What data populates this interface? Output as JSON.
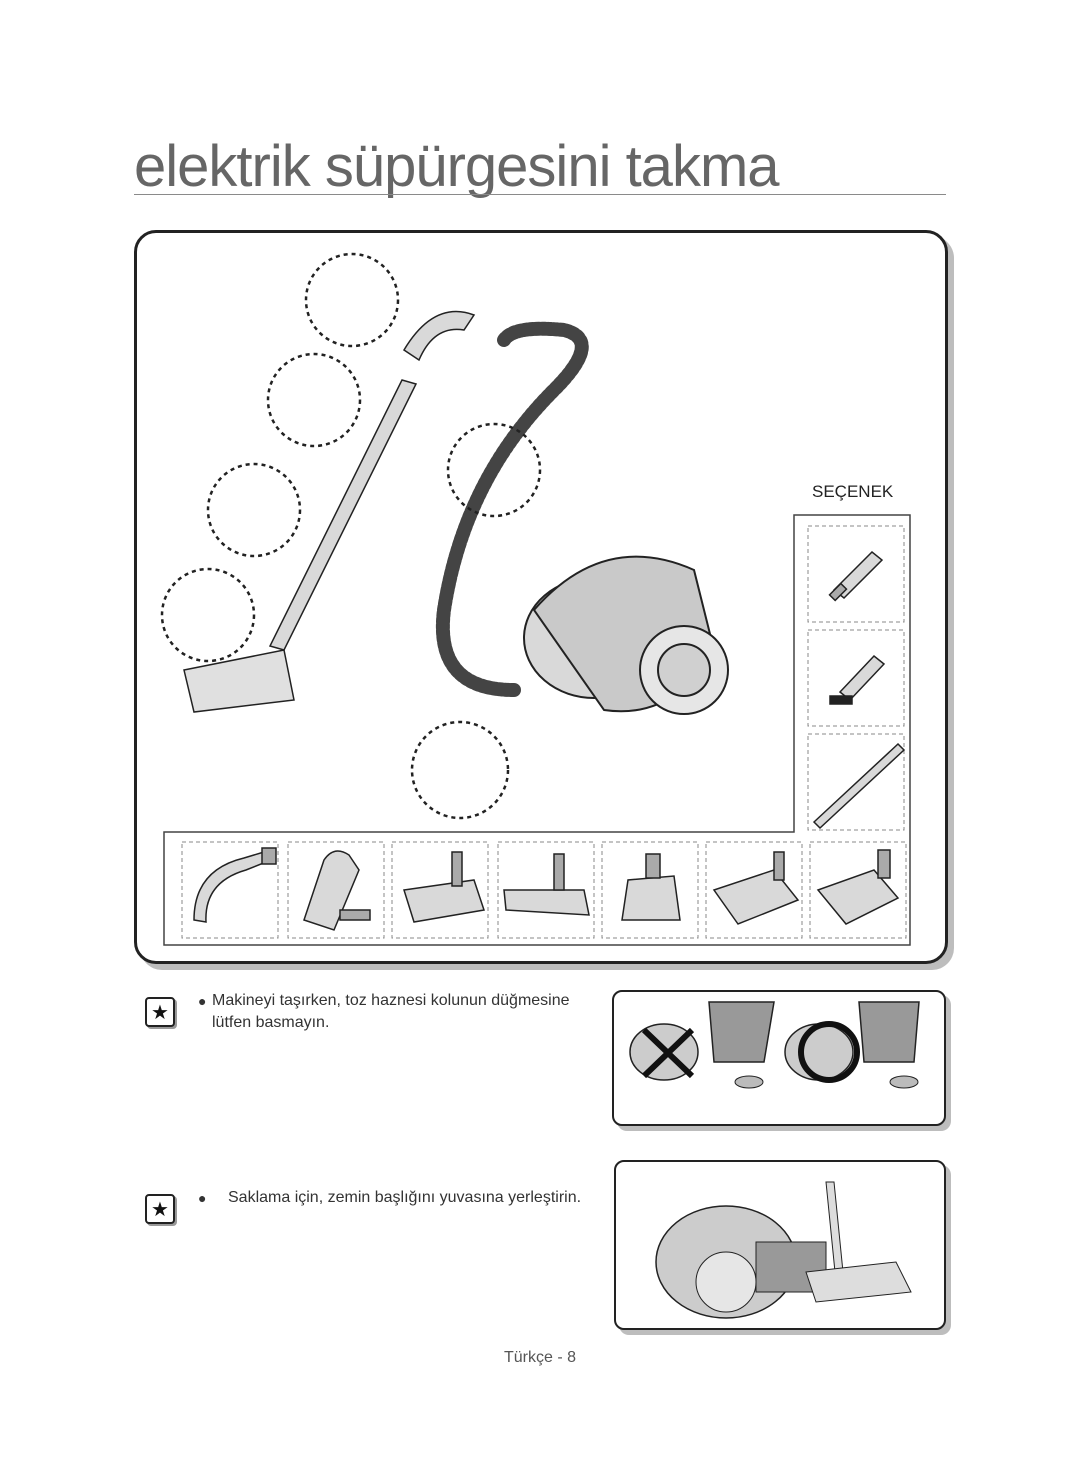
{
  "page": {
    "title": "elektrik süpürgesini takma",
    "footer": "Türkçe - 8"
  },
  "illustration": {
    "option_label": "SEÇENEK",
    "accessories_icon": "accessory-set-icons"
  },
  "notes": [
    {
      "icon": "star-icon",
      "text_line1": "Makineyi taşırken, toz haznesi kolunun düğmesine",
      "text_line2": "lütfen basmayın."
    },
    {
      "icon": "star-icon",
      "text_line1": "Saklama için, zemin başlığını yuvasına yerleştirin."
    }
  ],
  "colors": {
    "frame": "#222222",
    "shadow": "#bdbdbd",
    "body_fill": "#d9d9d9",
    "accent_fill": "#a8a8a8",
    "wrong_mark": "#111111"
  }
}
